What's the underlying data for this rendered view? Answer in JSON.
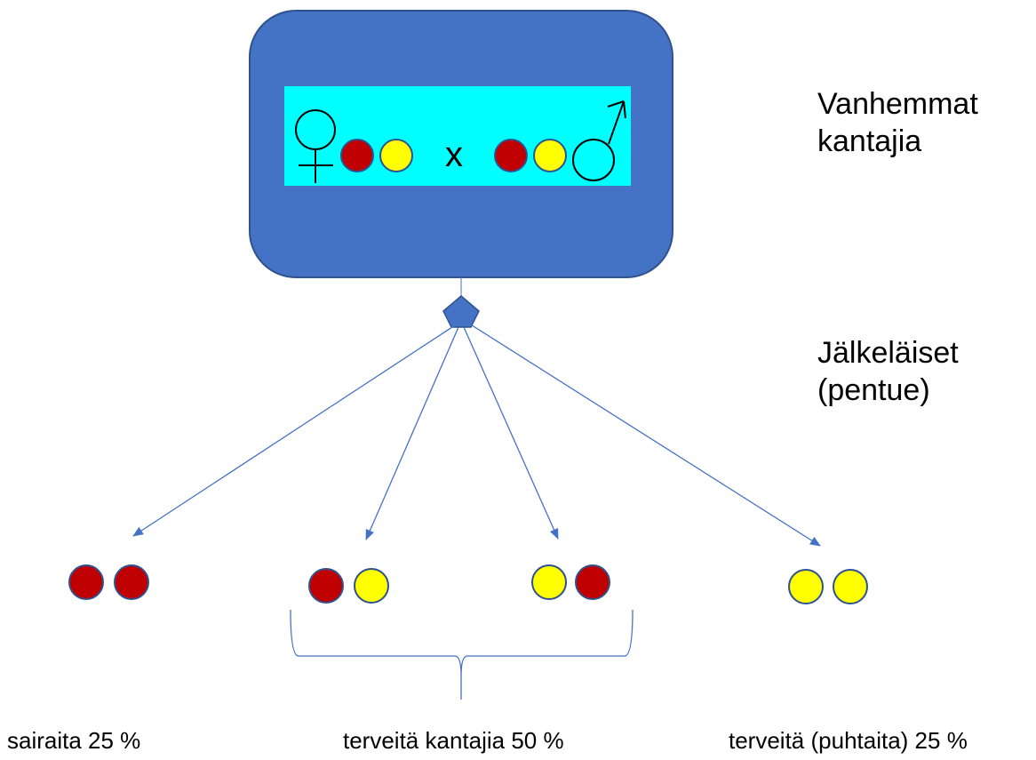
{
  "labels": {
    "parents": "Vanhemmat\nkantajia",
    "parents_line1": "Vanhemmat",
    "parents_line2": "kantajia",
    "offspring_line1": "Jälkeläiset",
    "offspring_line2": "(pentue)",
    "cross_symbol": "x"
  },
  "outcomes": {
    "sick": "sairaita 25 %",
    "carriers": "terveitä kantajia 50 %",
    "pure": "terveitä (puhtaita) 25 %"
  },
  "icons": {
    "female": "female-symbol-icon",
    "male": "male-symbol-icon"
  },
  "colors": {
    "box": "#4472c4",
    "box_border": "#2f528f",
    "panel": "#00ffff",
    "allele_red": "#c00000",
    "allele_yellow": "#ffff00",
    "arrow": "#4472c4"
  }
}
